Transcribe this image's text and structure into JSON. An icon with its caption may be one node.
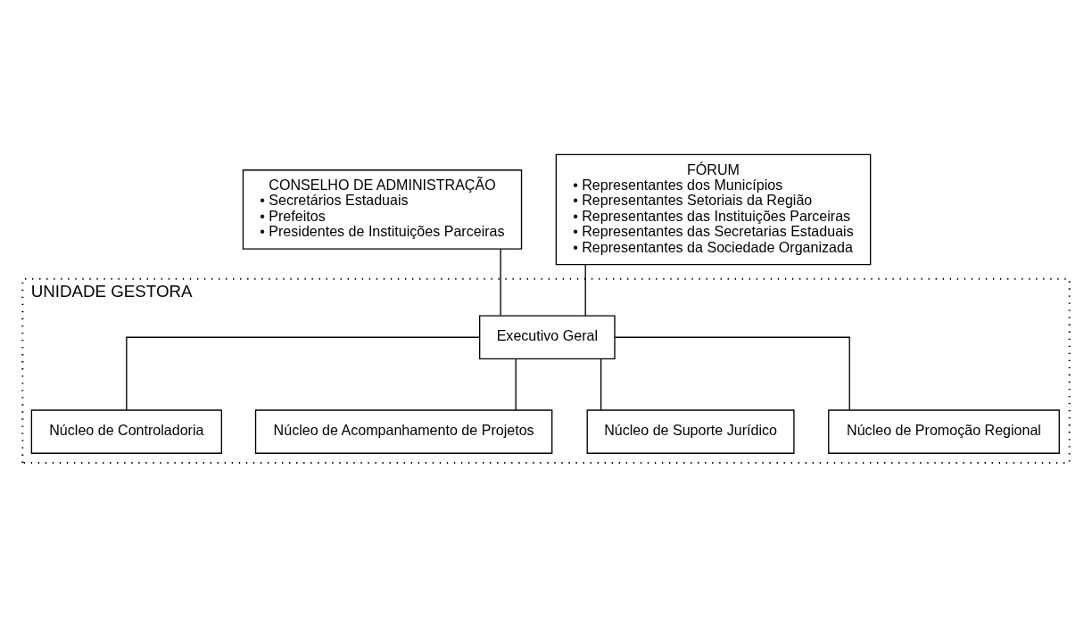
{
  "diagram": {
    "nodes": [
      {
        "text": [
          "CONSELHO DE ADMINISTRAÇÃO",
          "• Secretários Estaduais",
          "• Prefeitos",
          "• Presidentes de Instituições Parceiras"
        ]
      },
      {
        "text": [
          "FÓRUM",
          "• Representantes dos Municípios",
          "• Representantes Setoriais da Região",
          "• Representantes das Instituições Parceiras",
          "• Representantes das Secretarias Estaduais",
          "• Representantes da Sociedade Organizada"
        ]
      },
      {
        "text": [
          "UNIDADE GESTORA"
        ]
      },
      {
        "text": [
          "Executivo Geral"
        ],
        "in": 2
      },
      {
        "text": [
          "Núcleo de Controladoria"
        ],
        "in": 2
      },
      {
        "text": [
          "Núcleo de Acompanhamento de Projetos"
        ],
        "in": 2
      },
      {
        "text": [
          "Núcleo de Suporte Jurídico"
        ],
        "in": 2
      },
      {
        "text": [
          "Núcleo de Promoção Regional"
        ],
        "in": 2
      }
    ],
    "edges": [
      {
        "from": 0,
        "to": 3,
        "arrow": "none"
      },
      {
        "from": 1,
        "to": 3,
        "arrow": "none"
      },
      {
        "from": 3,
        "to": 4,
        "arrow": "none"
      },
      {
        "from": 3,
        "to": 5,
        "arrow": "none"
      },
      {
        "from": 3,
        "to": 6,
        "arrow": "none"
      },
      {
        "from": 3,
        "to": 7,
        "arrow": "none"
      }
    ]
  }
}
